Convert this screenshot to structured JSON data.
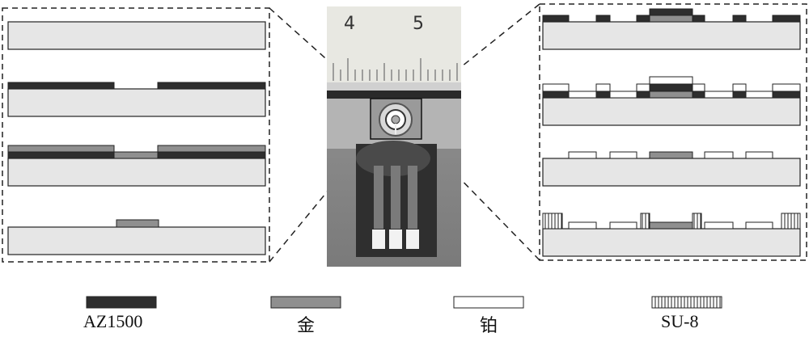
{
  "legend": {
    "items": [
      {
        "key": "az1500",
        "label": "AZ1500",
        "color": "#2e2e2e"
      },
      {
        "key": "gold",
        "label": "金",
        "color": "#8f8f8f"
      },
      {
        "key": "platinum",
        "label": "铂",
        "color": "#ffffff"
      },
      {
        "key": "su8",
        "label": "SU-8",
        "color": "hatched"
      }
    ]
  },
  "photo": {
    "ruler_labels": [
      "4",
      "5"
    ]
  },
  "colors": {
    "substrate": "#e6e6e6",
    "outline": "#222222",
    "photo_background": "#8a8a8a"
  }
}
